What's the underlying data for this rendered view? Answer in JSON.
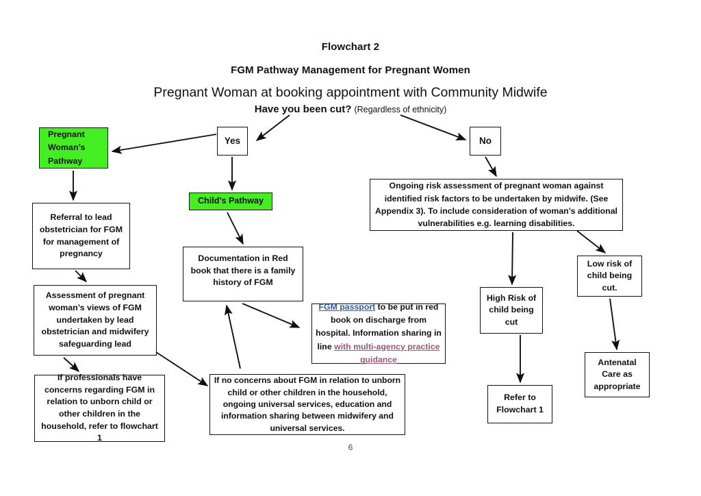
{
  "document": {
    "page_number": "6"
  },
  "titles": {
    "line1": "Flowchart 2",
    "line2": "FGM Pathway Management for Pregnant Women",
    "line3": "Pregnant Woman at booking appointment with Community Midwife",
    "line4_bold": "Have you been cut?",
    "line4_paren": "(Regardless of ethnicity)"
  },
  "colors": {
    "green_fill": "#44ee22",
    "box_border": "#101010",
    "link_blue": "#2a5db0",
    "link_purple": "#96587b",
    "text": "#111111",
    "background": "#ffffff"
  },
  "nodes": {
    "yes": "Yes",
    "no": "No",
    "pregnant_womans_pathway": "Pregnant Woman’s Pathway",
    "childs_pathway": "Child’s Pathway",
    "referral": "Referral to lead obstetrician for FGM for management of pregnancy",
    "assessment": "Assessment of pregnant woman’s views of FGM undertaken by lead obstetrician and midwifery safeguarding lead",
    "professionals_concerns": "If professionals have concerns regarding FGM in relation to unborn child or other children in the household, refer to flowchart 1",
    "documentation": "Documentation in Red book that there is a family history of FGM",
    "fgm_passport": {
      "link1": "FGM passport",
      "text1": " to be put in red book on discharge from hospital. Information sharing in line ",
      "link2": "with multi-agency practice guidance"
    },
    "no_concerns": "If no concerns about FGM in relation to unborn child or other children in the household, ongoing universal services, education and information sharing between midwifery and universal services.",
    "ongoing_risk": "Ongoing risk assessment of pregnant woman against identified risk factors to be undertaken by midwife. (See Appendix 3). To include consideration of woman’s additional vulnerabilities e.g. learning disabilities.",
    "high_risk": "High Risk of child being cut",
    "low_risk": "Low risk of child being cut.",
    "refer_to_flowchart_1": "Refer to Flowchart 1",
    "antenatal_care": "Antenatal Care as appropriate"
  },
  "chart_data": {
    "type": "diagram",
    "title": "FGM Pathway Management for Pregnant Women",
    "subtitle": "Pregnant Woman at booking appointment with Community Midwife — Have you been cut? (Regardless of ethnicity)",
    "nodes": [
      {
        "id": "question",
        "label": "Have you been cut? (Regardless of ethnicity)",
        "shape": "text",
        "fill": "none"
      },
      {
        "id": "yes",
        "label": "Yes",
        "shape": "rect",
        "fill": "#ffffff"
      },
      {
        "id": "no",
        "label": "No",
        "shape": "rect",
        "fill": "#ffffff"
      },
      {
        "id": "pregnant_womans_pathway",
        "label": "Pregnant Woman’s Pathway",
        "shape": "rect",
        "fill": "#44ee22"
      },
      {
        "id": "referral",
        "label": "Referral to lead obstetrician for FGM for management of pregnancy",
        "shape": "rect",
        "fill": "#ffffff"
      },
      {
        "id": "assessment",
        "label": "Assessment of pregnant woman’s views of FGM undertaken by lead obstetrician and midwifery safeguarding lead",
        "shape": "rect",
        "fill": "#ffffff"
      },
      {
        "id": "professionals_concerns",
        "label": "If professionals have concerns regarding FGM in relation to unborn child or other children in the household, refer to flowchart 1",
        "shape": "rect",
        "fill": "#ffffff"
      },
      {
        "id": "childs_pathway",
        "label": "Child’s Pathway",
        "shape": "rect",
        "fill": "#44ee22"
      },
      {
        "id": "documentation",
        "label": "Documentation in Red book that there is a family history of FGM",
        "shape": "rect",
        "fill": "#ffffff"
      },
      {
        "id": "fgm_passport",
        "label": "FGM passport to be put in red book on discharge from hospital. Information sharing in line with multi-agency practice guidance",
        "shape": "rect",
        "fill": "#ffffff"
      },
      {
        "id": "no_concerns",
        "label": "If no concerns about FGM in relation to unborn child or other children in the household, ongoing universal services, education and information sharing between midwifery and universal services.",
        "shape": "rect",
        "fill": "#ffffff"
      },
      {
        "id": "ongoing_risk",
        "label": "Ongoing risk assessment of pregnant woman against identified risk factors to be undertaken by midwife. (See Appendix 3). To include consideration of woman’s additional vulnerabilities e.g. learning disabilities.",
        "shape": "rect",
        "fill": "#ffffff"
      },
      {
        "id": "high_risk",
        "label": "High Risk of child being cut",
        "shape": "rect",
        "fill": "#ffffff"
      },
      {
        "id": "low_risk",
        "label": "Low risk of child being cut.",
        "shape": "rect",
        "fill": "#ffffff"
      },
      {
        "id": "refer_to_flowchart_1",
        "label": "Refer to Flowchart 1",
        "shape": "rect",
        "fill": "#ffffff"
      },
      {
        "id": "antenatal_care",
        "label": "Antenatal Care as appropriate",
        "shape": "rect",
        "fill": "#ffffff"
      }
    ],
    "edges": [
      {
        "from": "question",
        "to": "yes"
      },
      {
        "from": "question",
        "to": "no"
      },
      {
        "from": "yes",
        "to": "pregnant_womans_pathway"
      },
      {
        "from": "pregnant_womans_pathway",
        "to": "referral"
      },
      {
        "from": "referral",
        "to": "assessment"
      },
      {
        "from": "assessment",
        "to": "professionals_concerns"
      },
      {
        "from": "assessment",
        "to": "no_concerns"
      },
      {
        "from": "yes",
        "to": "childs_pathway"
      },
      {
        "from": "childs_pathway",
        "to": "documentation"
      },
      {
        "from": "documentation",
        "to": "fgm_passport"
      },
      {
        "from": "no_concerns",
        "to": "documentation"
      },
      {
        "from": "no",
        "to": "ongoing_risk"
      },
      {
        "from": "ongoing_risk",
        "to": "high_risk"
      },
      {
        "from": "ongoing_risk",
        "to": "low_risk"
      },
      {
        "from": "high_risk",
        "to": "refer_to_flowchart_1"
      },
      {
        "from": "low_risk",
        "to": "antenatal_care"
      }
    ]
  }
}
